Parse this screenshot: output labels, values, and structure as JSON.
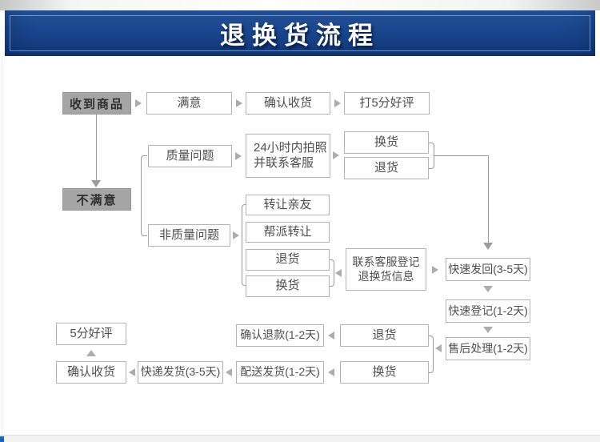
{
  "header": {
    "title": "退换货流程"
  },
  "nodes": {
    "received": {
      "label": "收到商品"
    },
    "satisfied": {
      "label": "满意"
    },
    "confirm_receipt_top": {
      "label": "确认收货"
    },
    "five_star_top": {
      "label": "打5分好评"
    },
    "unsatisfied": {
      "label": "不满意"
    },
    "quality_issue": {
      "label": "质量问题"
    },
    "photo_24h": {
      "line1": "24小时内拍照",
      "line2": "并联系客服"
    },
    "exchange_quality": {
      "label": "换货"
    },
    "return_quality": {
      "label": "退货"
    },
    "non_quality_issue": {
      "label": "非质量问题"
    },
    "transfer_friends": {
      "label": "转让亲友"
    },
    "gang_transfer": {
      "label": "帮派转让"
    },
    "return_option": {
      "label": "退货"
    },
    "exchange_option": {
      "label": "换货"
    },
    "contact_cs": {
      "line1": "联系客服登记",
      "line2": "退换货信息"
    },
    "fast_sendback": {
      "label": "快速发回(3-5天)"
    },
    "fast_register": {
      "label": "快速登记(1-2天)"
    },
    "after_sales": {
      "label": "售后处理(1-2天)"
    },
    "return_bottom": {
      "label": "退货"
    },
    "exchange_bottom": {
      "label": "换货"
    },
    "confirm_refund": {
      "label": "确认退款(1-2天)"
    },
    "dispatch_ship": {
      "label": "配送发货(1-2天)"
    },
    "express_ship": {
      "label": "快递发货(3-5天)"
    },
    "confirm_receipt_bottom": {
      "label": "确认收货"
    },
    "five_star_bottom": {
      "label": "5分好评"
    }
  },
  "colors": {
    "banner_blue": "#1c4c96",
    "banner_border": "#7daae1",
    "box_border": "#b5b5b5",
    "gray_node_bg": "#a5a5a5",
    "arrow_gray": "#adadad",
    "line_gray": "#9c9c9c",
    "footer_accent_blue": "#1565c0"
  }
}
